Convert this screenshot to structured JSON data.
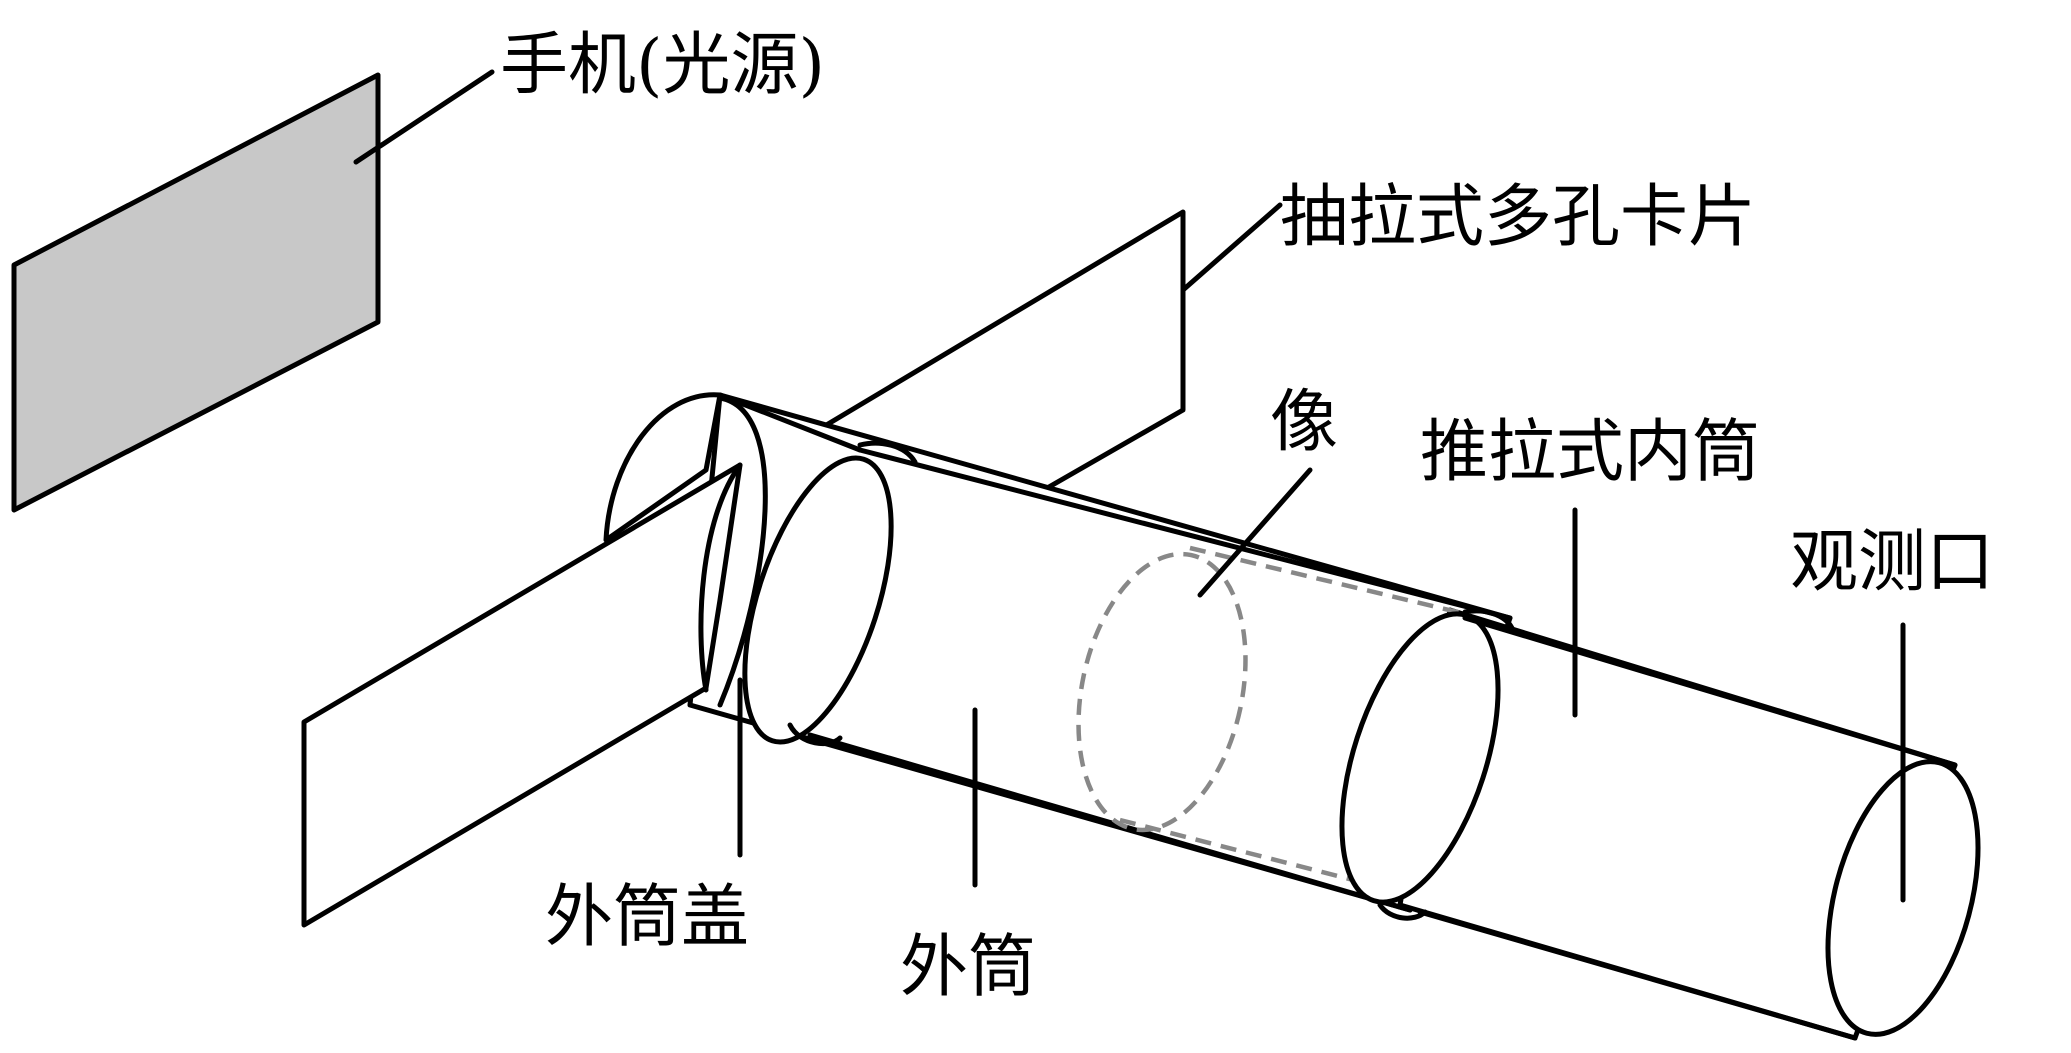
{
  "labels": {
    "phone": "手机(光源)",
    "card": "抽拉式多孔卡片",
    "image": "像",
    "inner_tube": "推拉式内筒",
    "eyepiece": "观测口",
    "outer_cap": "外筒盖",
    "outer_tube": "外筒"
  },
  "colors": {
    "phone_fill": "#c8c8c8",
    "line": "#000000",
    "dashed_line": "#888888",
    "background": "#ffffff"
  }
}
